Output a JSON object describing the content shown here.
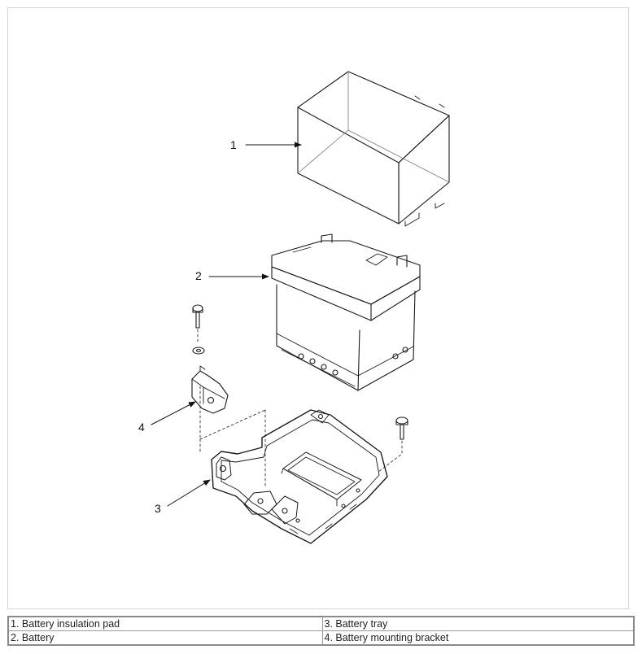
{
  "callouts": [
    {
      "number": "1",
      "part": "Battery insulation pad"
    },
    {
      "number": "2",
      "part": "Battery"
    },
    {
      "number": "3",
      "part": "Battery tray"
    },
    {
      "number": "4",
      "part": "Battery mounting bracket"
    }
  ],
  "legend": [
    [
      "1. Battery insulation pad",
      "3. Battery tray"
    ],
    [
      "2. Battery",
      "4. Battery mounting bracket"
    ]
  ]
}
